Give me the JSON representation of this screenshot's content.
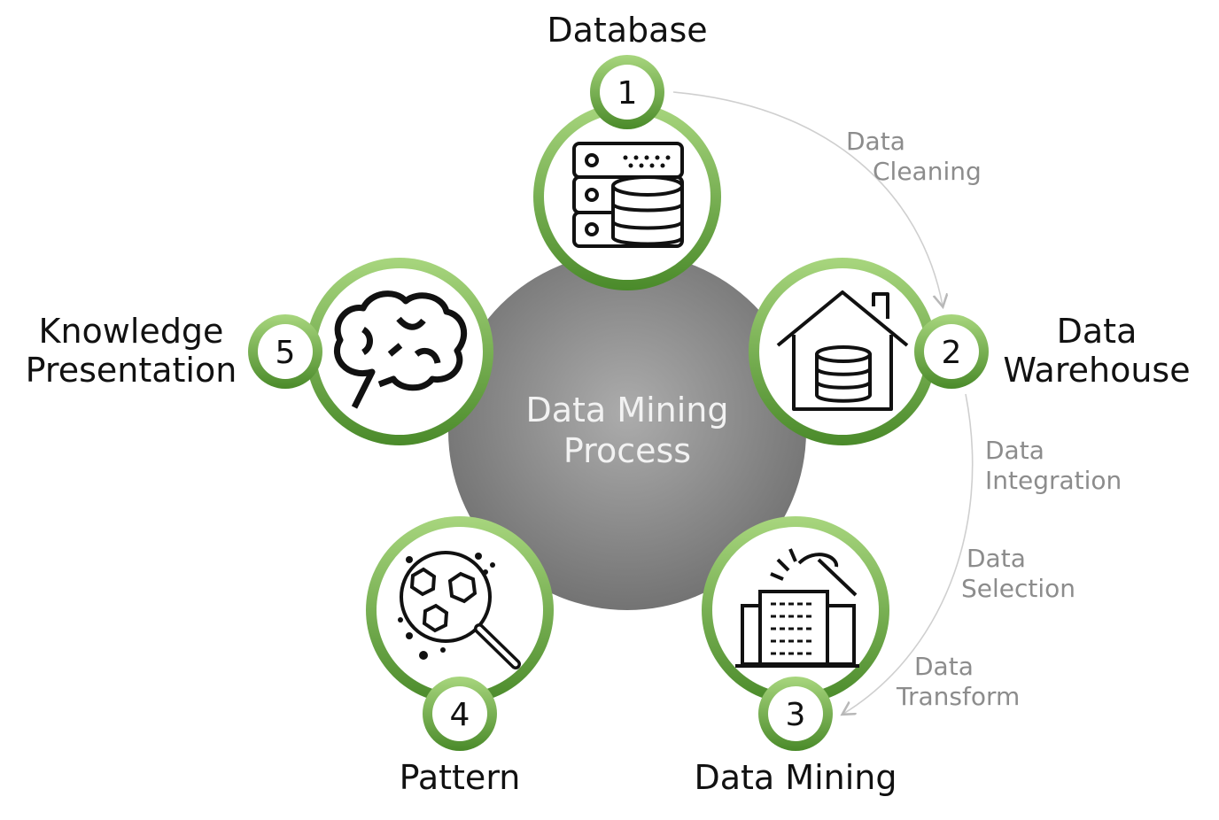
{
  "title": [
    "Data Mining",
    "Process"
  ],
  "stages": [
    {
      "number": "1",
      "label": [
        "Database"
      ],
      "icon": "database-server-icon"
    },
    {
      "number": "2",
      "label": [
        "Data",
        "Warehouse"
      ],
      "icon": "data-warehouse-house-icon"
    },
    {
      "number": "3",
      "label": [
        "Data Mining"
      ],
      "icon": "data-mining-pickaxe-icon"
    },
    {
      "number": "4",
      "label": [
        "Pattern"
      ],
      "icon": "pattern-magnifier-icon"
    },
    {
      "number": "5",
      "label": [
        "Knowledge",
        "Presentation"
      ],
      "icon": "brain-icon"
    }
  ],
  "steps": [
    {
      "label": [
        "Data",
        "Cleaning"
      ]
    },
    {
      "label": [
        "Data",
        "Integration"
      ]
    },
    {
      "label": [
        "Data",
        "Selection"
      ]
    },
    {
      "label": [
        "Data",
        "Transform"
      ]
    }
  ],
  "colors": {
    "ring_light": "#a8d67e",
    "ring_dark": "#4a8a2a",
    "core_light": "#a9a9a9",
    "core_dark": "#6f6f6f",
    "step_text": "#8c8c8c",
    "arrow": "#c8c8c8"
  }
}
